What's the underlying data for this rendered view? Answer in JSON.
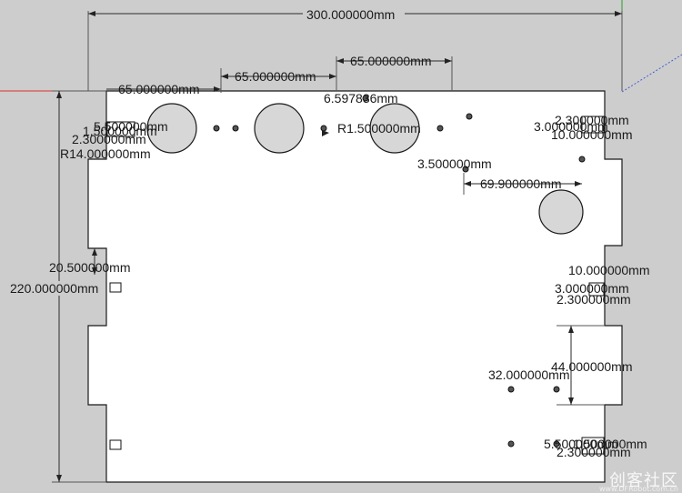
{
  "dimensions": {
    "top_width": "300.000000mm",
    "hole_spacing_1": "65.000000mm",
    "hole_spacing_2": "65.000000mm",
    "hole_spacing_3": "65.000000mm",
    "small_hole_offset": "6.597836mm",
    "small_hole_radius": "R1.500000mm",
    "small_gap": "3.500000mm",
    "right_offset": "69.900000mm",
    "left_label_a": "5.500000mm",
    "left_label_b": "1.500000mm",
    "left_label_c": "2.300000mm",
    "large_hole_radius": "R14.000000mm",
    "right_label_a": "2.300000mm",
    "right_label_b": "3.000000mm",
    "right_label_c": "10.000000mm",
    "notch_width": "20.500000mm",
    "height": "220.000000mm",
    "right_mid_a": "10.000000mm",
    "right_mid_b": "3.000000mm",
    "right_mid_c": "2.300000mm",
    "vertical_gap": "44.000000mm",
    "horizontal_gap": "32.000000mm",
    "bottom_right_a": "5.500000mm",
    "bottom_right_b": "1.500000mm",
    "bottom_right_c": "2.300000mm"
  },
  "watermark": {
    "text": "创客社区",
    "sub": "www.DFRobot.com.cn"
  },
  "colors": {
    "background": "#cdcdcd",
    "plate": "#ffffff",
    "hole_fill": "#d7d7d7",
    "axis_red": "#e03030",
    "axis_green": "#2aa02a",
    "axis_blue": "#4060d0"
  }
}
